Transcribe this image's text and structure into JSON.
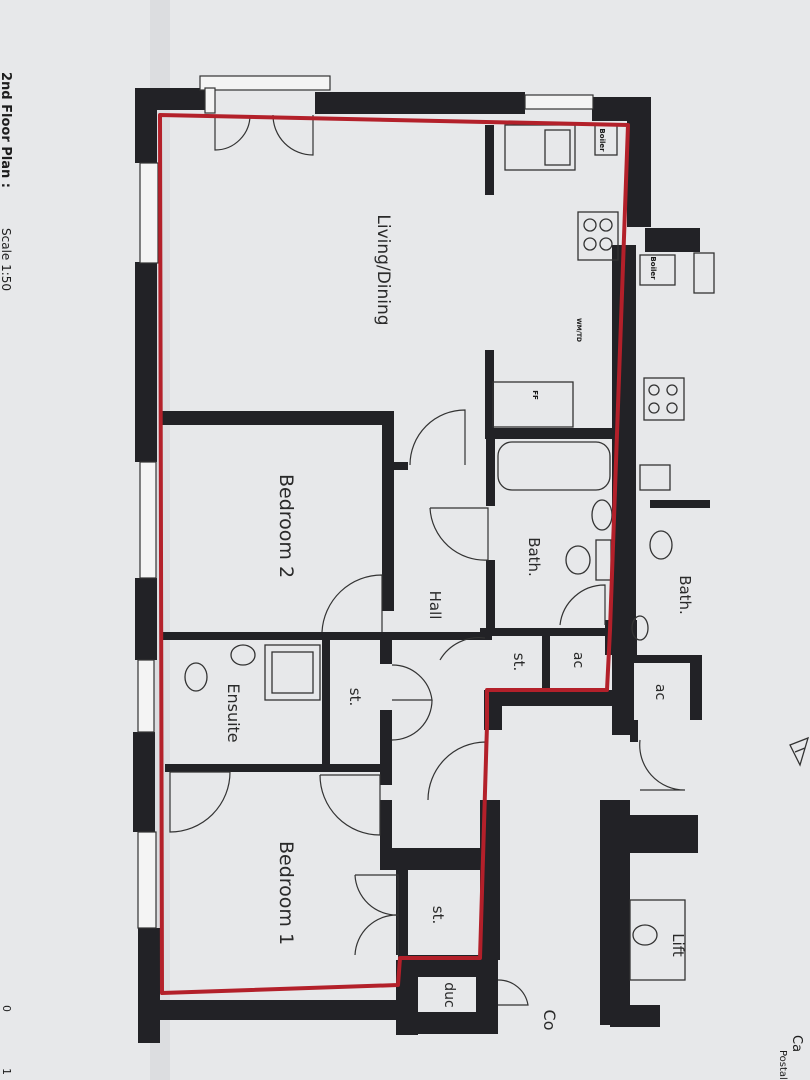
{
  "plan": {
    "caption_title": "2nd Floor Plan :",
    "caption_scale": "Scale 1:50",
    "rooms": {
      "living_dining": "Living/Dining",
      "bedroom2": "Bedroom 2",
      "bath": "Bath.",
      "hall": "Hall",
      "ensuite": "Ensuite",
      "bedroom1": "Bedroom 1",
      "store_hall": "st.",
      "store_ensuite": "st.",
      "store_bed1": "st.",
      "ac_inner": "ac",
      "duct": "duc",
      "neighbour_bath": "Bath.",
      "neighbour_ac": "ac",
      "lift": "Lift",
      "corridor": "Co"
    },
    "fixtures": {
      "boiler_main": "Boiler",
      "boiler_neighbour": "Boiler",
      "washer_dryer": "WM/TD",
      "fridge_freezer": "FF"
    },
    "edge_text": {
      "right_top": "Ca",
      "right_bottom": "Postal",
      "scale_zero": "0",
      "scale_one": "1"
    },
    "colors": {
      "walls": "#222226",
      "boundary": "#b3202a",
      "paper": "#e7e8ea"
    }
  }
}
